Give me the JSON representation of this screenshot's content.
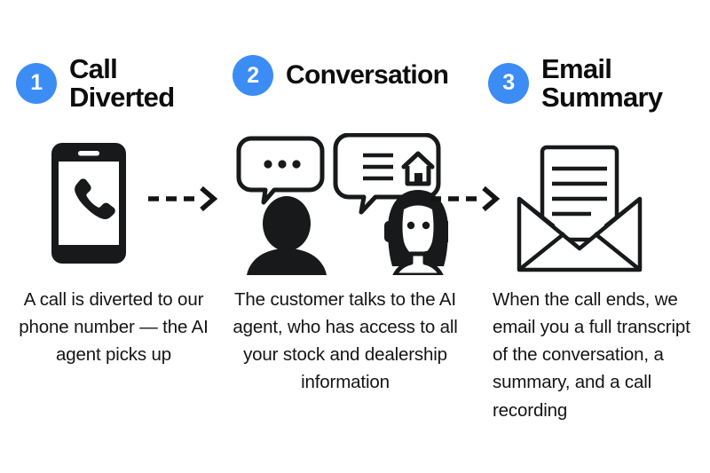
{
  "meta": {
    "background_color": "#ffffff",
    "accent_color": "#3c8cf5",
    "ink_color": "#111111"
  },
  "steps": [
    {
      "number": "1",
      "title": "Call\nDiverted",
      "icon": "smartphone-call-icon",
      "body": "A call is diverted to our phone number — the AI agent picks up"
    },
    {
      "number": "2",
      "title": "Conversation",
      "icon": "customer-and-agent-icon",
      "body": "The customer talks to the AI agent, who has access to all your stock and dealership information"
    },
    {
      "number": "3",
      "title": "Email\nSummary",
      "icon": "open-envelope-letter-icon",
      "body": "When the call ends, we email you a full transcript of the conversation, a summary, and a call recording"
    }
  ],
  "connectors": [
    {
      "name": "dashed-arrow-1",
      "direction": "right",
      "style": "dashed"
    },
    {
      "name": "dashed-arrow-2",
      "direction": "right",
      "style": "dashed"
    }
  ]
}
